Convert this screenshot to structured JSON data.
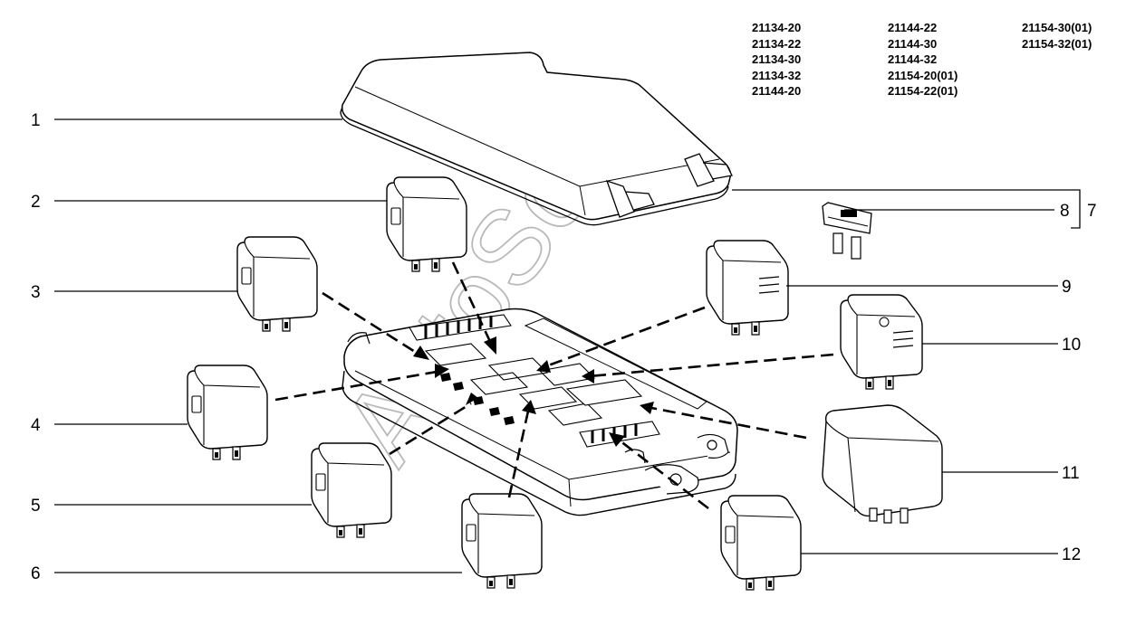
{
  "model_codes": {
    "col1": [
      "21134-20",
      "21134-22",
      "21134-30",
      "21134-32",
      "21144-20"
    ],
    "col2": [
      "21144-22",
      "21144-30",
      "21144-32",
      "21154-20(01)",
      "21154-22(01)"
    ],
    "col3": [
      "21154-30(01)",
      "21154-32(01)"
    ]
  },
  "callouts": [
    "1",
    "2",
    "3",
    "4",
    "5",
    "6",
    "7",
    "8",
    "9",
    "10",
    "11",
    "12"
  ],
  "watermark": "AvtoSoft",
  "colors": {
    "line": "#000000",
    "watermark": "#b9b9b9",
    "background": "#ffffff"
  }
}
